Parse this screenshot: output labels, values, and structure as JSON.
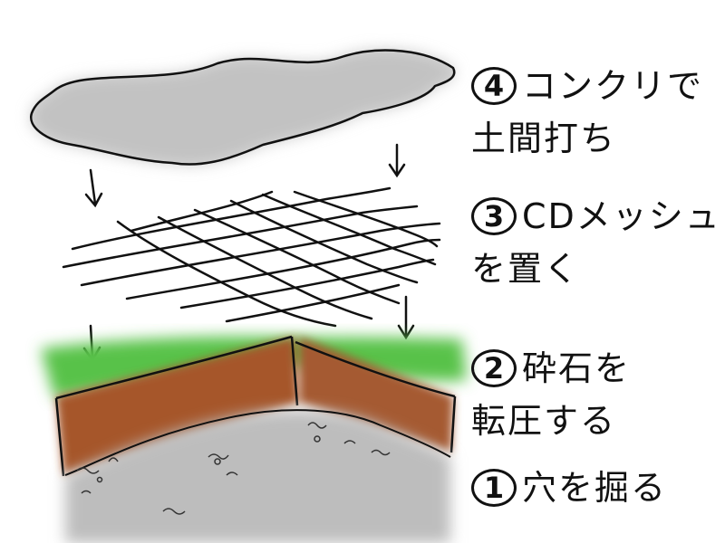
{
  "steps": [
    {
      "number": "4",
      "line1": "コンクリで",
      "line2": "土間打ち"
    },
    {
      "number": "3",
      "line1": "CDメッシュ",
      "line2": "を置く"
    },
    {
      "number": "2",
      "line1": "砕石を",
      "line2": "転圧する"
    },
    {
      "number": "1",
      "line1": "穴を掘る",
      "line2": ""
    }
  ],
  "colors": {
    "concrete": "#b9b9b9",
    "mesh": "#111111",
    "grass": "#5fc24f",
    "wood": "#a4592e",
    "gravel": "#bcbcbc"
  }
}
